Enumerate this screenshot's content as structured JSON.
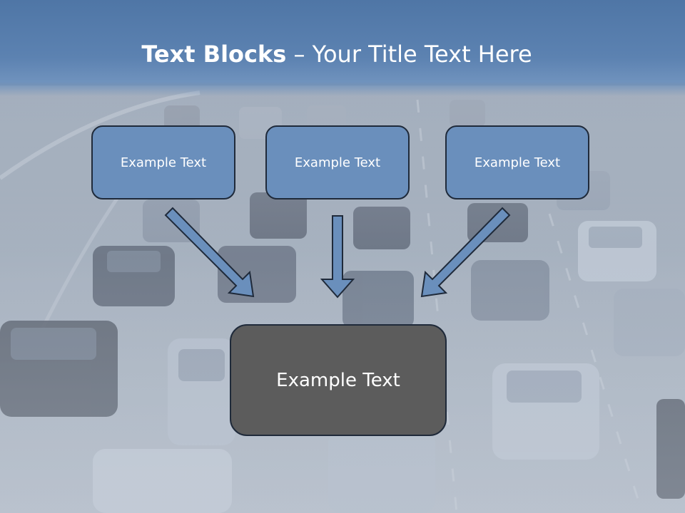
{
  "slide": {
    "title_bold": "Text Blocks",
    "title_rest": " – Your Title Text Here"
  },
  "blocks": [
    {
      "label": "Example Text"
    },
    {
      "label": "Example Text"
    },
    {
      "label": "Example Text"
    }
  ],
  "target": {
    "label": "Example Text"
  },
  "colors": {
    "title_band": "#5c82b1",
    "block_fill": "#6a8fbc",
    "target_fill": "#5c5c5c",
    "arrow_fill": "#6a8fbc"
  },
  "background": {
    "subject": "traffic-photo"
  }
}
